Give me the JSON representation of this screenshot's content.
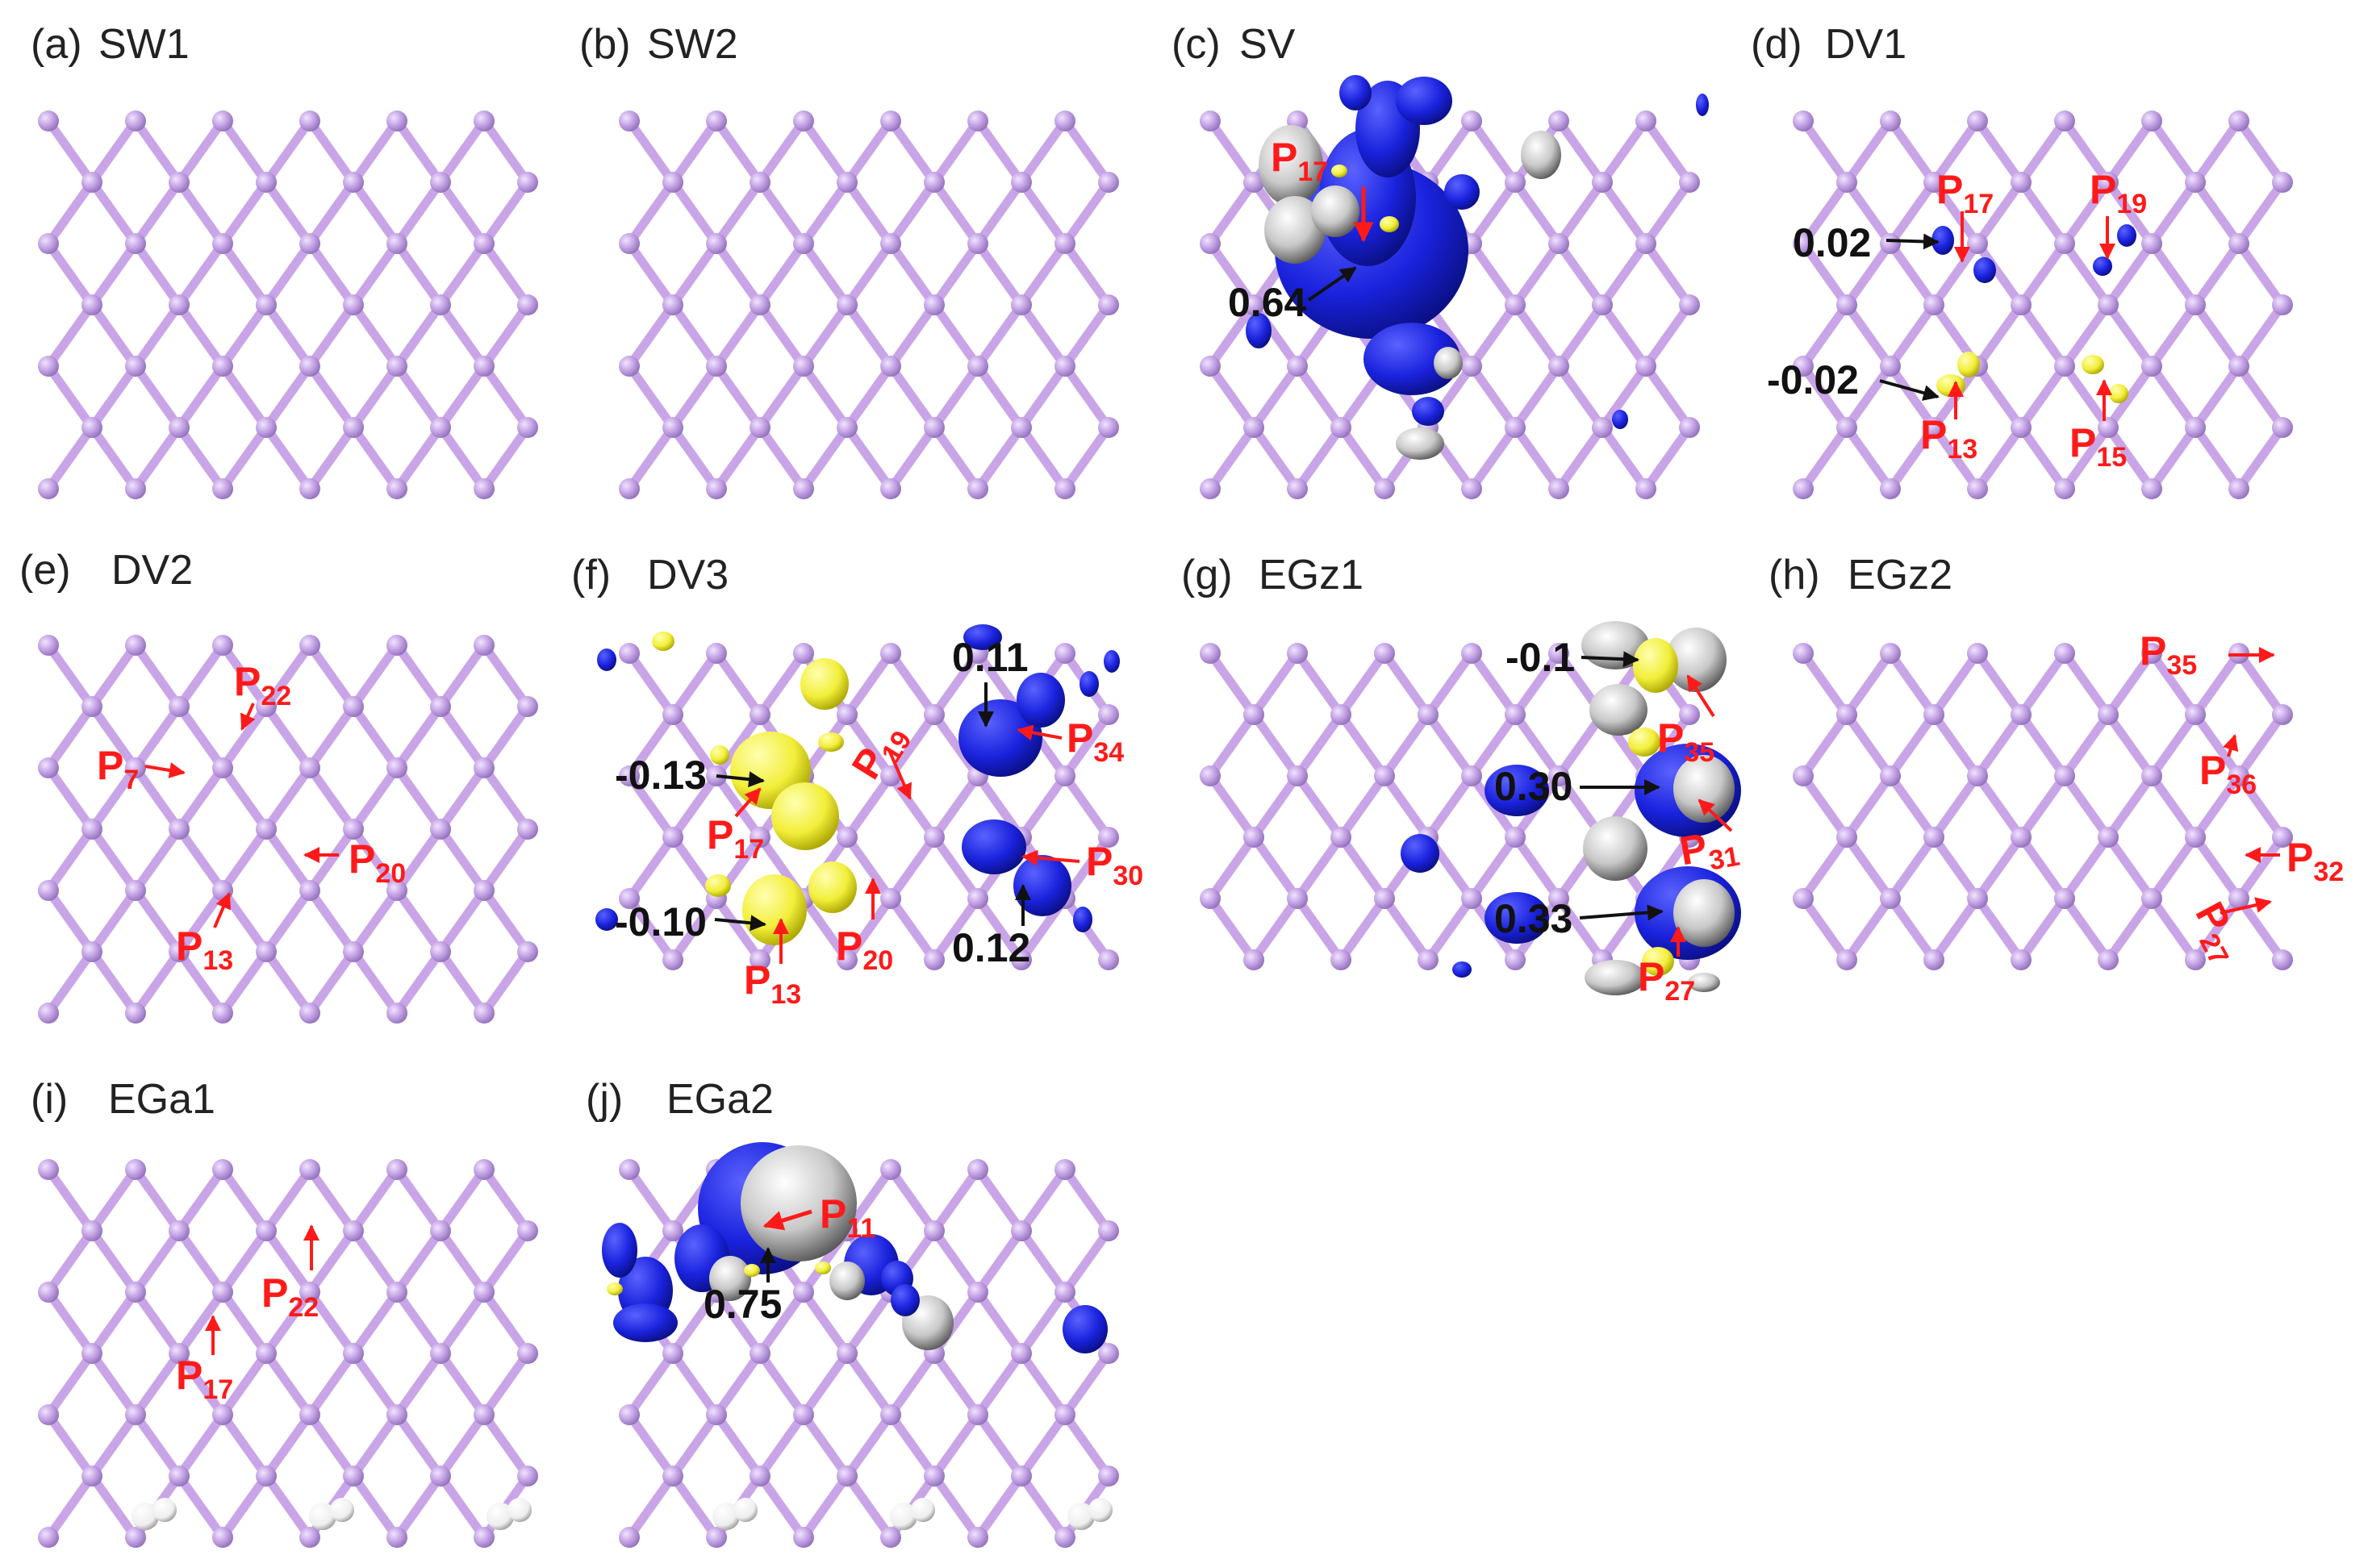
{
  "colors": {
    "lattice": "#c9a5e8",
    "atom": "#c2a0e3",
    "atom_edge": "#9a7cc0",
    "red_annot": "#ff1a1a",
    "black_annot": "#111111",
    "blue_lobe": "#1a22dd",
    "yellow_lobe": "#f2ee3a",
    "gray_lobe": "#c8c8c8",
    "hydrogen": "#f2f2f2"
  },
  "panels": [
    {
      "letter": "(a)",
      "name": "SW1",
      "labels": [],
      "values": []
    },
    {
      "letter": "(b)",
      "name": "SW2",
      "labels": [],
      "values": []
    },
    {
      "letter": "(c)",
      "name": "SV",
      "labels": [
        {
          "p": "P",
          "sub": "17"
        }
      ],
      "values": [
        "0.64"
      ]
    },
    {
      "letter": "(d)",
      "name": "DV1",
      "labels": [
        {
          "p": "P",
          "sub": "17"
        },
        {
          "p": "P",
          "sub": "19"
        },
        {
          "p": "P",
          "sub": "13"
        },
        {
          "p": "P",
          "sub": "15"
        }
      ],
      "values": [
        "0.02",
        "-0.02"
      ]
    },
    {
      "letter": "(e)",
      "name": "DV2",
      "labels": [
        {
          "p": "P",
          "sub": "22"
        },
        {
          "p": "P",
          "sub": "7"
        },
        {
          "p": "P",
          "sub": "20"
        },
        {
          "p": "P",
          "sub": "13"
        }
      ],
      "values": []
    },
    {
      "letter": "(f)",
      "name": "DV3",
      "labels": [
        {
          "p": "P",
          "sub": "19"
        },
        {
          "p": "P",
          "sub": "17"
        },
        {
          "p": "P",
          "sub": "13"
        },
        {
          "p": "P",
          "sub": "20"
        },
        {
          "p": "P",
          "sub": "34"
        },
        {
          "p": "P",
          "sub": "30"
        }
      ],
      "values": [
        "-0.13",
        "-0.10",
        "0.11",
        "0.12"
      ]
    },
    {
      "letter": "(g)",
      "name": "EGz1",
      "labels": [
        {
          "p": "P",
          "sub": "35"
        },
        {
          "p": "P",
          "sub": "31"
        },
        {
          "p": "P",
          "sub": "27"
        }
      ],
      "values": [
        "-0.1",
        "0.30",
        "0.33"
      ]
    },
    {
      "letter": "(h)",
      "name": "EGz2",
      "labels": [
        {
          "p": "P",
          "sub": "35"
        },
        {
          "p": "P",
          "sub": "36"
        },
        {
          "p": "P",
          "sub": "32"
        },
        {
          "p": "P",
          "sub": "27"
        }
      ],
      "values": []
    },
    {
      "letter": "(i)",
      "name": "EGa1",
      "labels": [
        {
          "p": "P",
          "sub": "22"
        },
        {
          "p": "P",
          "sub": "17"
        }
      ],
      "values": []
    },
    {
      "letter": "(j)",
      "name": "EGa2",
      "labels": [
        {
          "p": "P",
          "sub": "11"
        }
      ],
      "values": [
        "0.75"
      ]
    }
  ]
}
